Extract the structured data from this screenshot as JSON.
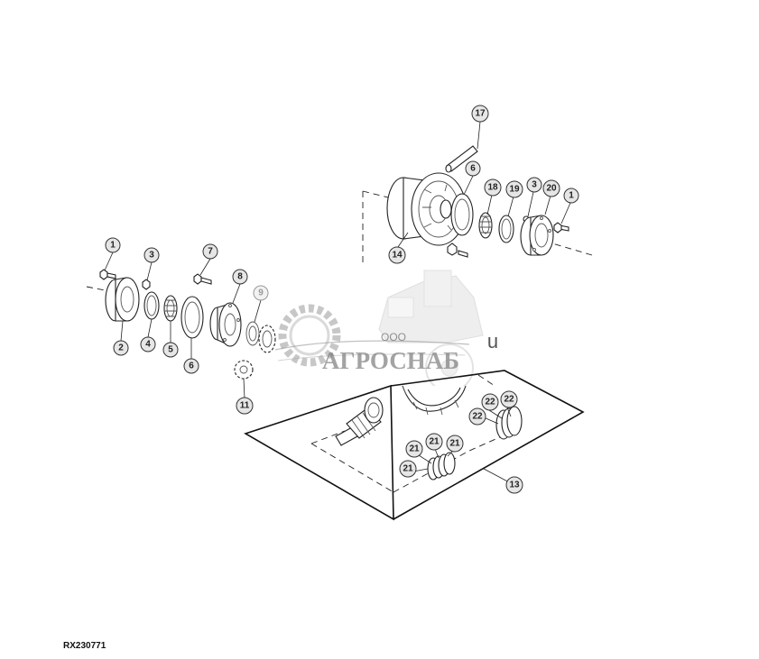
{
  "diagram": {
    "reference_code": "RX230771",
    "watermark": {
      "company_form": "ООО",
      "name": "АГРОСНАБ",
      "suffix": "u"
    },
    "callouts": [
      {
        "id": "c-17",
        "label": "17"
      },
      {
        "id": "c-6-top",
        "label": "6"
      },
      {
        "id": "c-18",
        "label": "18"
      },
      {
        "id": "c-19",
        "label": "19"
      },
      {
        "id": "c-3-top",
        "label": "3"
      },
      {
        "id": "c-20",
        "label": "20"
      },
      {
        "id": "c-1-top",
        "label": "1"
      },
      {
        "id": "c-14",
        "label": "14"
      },
      {
        "id": "c-1-left",
        "label": "1"
      },
      {
        "id": "c-3-left",
        "label": "3"
      },
      {
        "id": "c-7",
        "label": "7"
      },
      {
        "id": "c-8",
        "label": "8"
      },
      {
        "id": "c-9",
        "label": "9"
      },
      {
        "id": "c-2",
        "label": "2"
      },
      {
        "id": "c-4",
        "label": "4"
      },
      {
        "id": "c-5",
        "label": "5"
      },
      {
        "id": "c-6-left",
        "label": "6"
      },
      {
        "id": "c-11",
        "label": "11"
      },
      {
        "id": "c-22-a",
        "label": "22"
      },
      {
        "id": "c-22-b",
        "label": "22"
      },
      {
        "id": "c-22-c",
        "label": "22"
      },
      {
        "id": "c-21-a",
        "label": "21"
      },
      {
        "id": "c-21-b",
        "label": "21"
      },
      {
        "id": "c-21-c",
        "label": "21"
      },
      {
        "id": "c-21-d",
        "label": "21"
      },
      {
        "id": "c-13",
        "label": "13"
      }
    ]
  }
}
